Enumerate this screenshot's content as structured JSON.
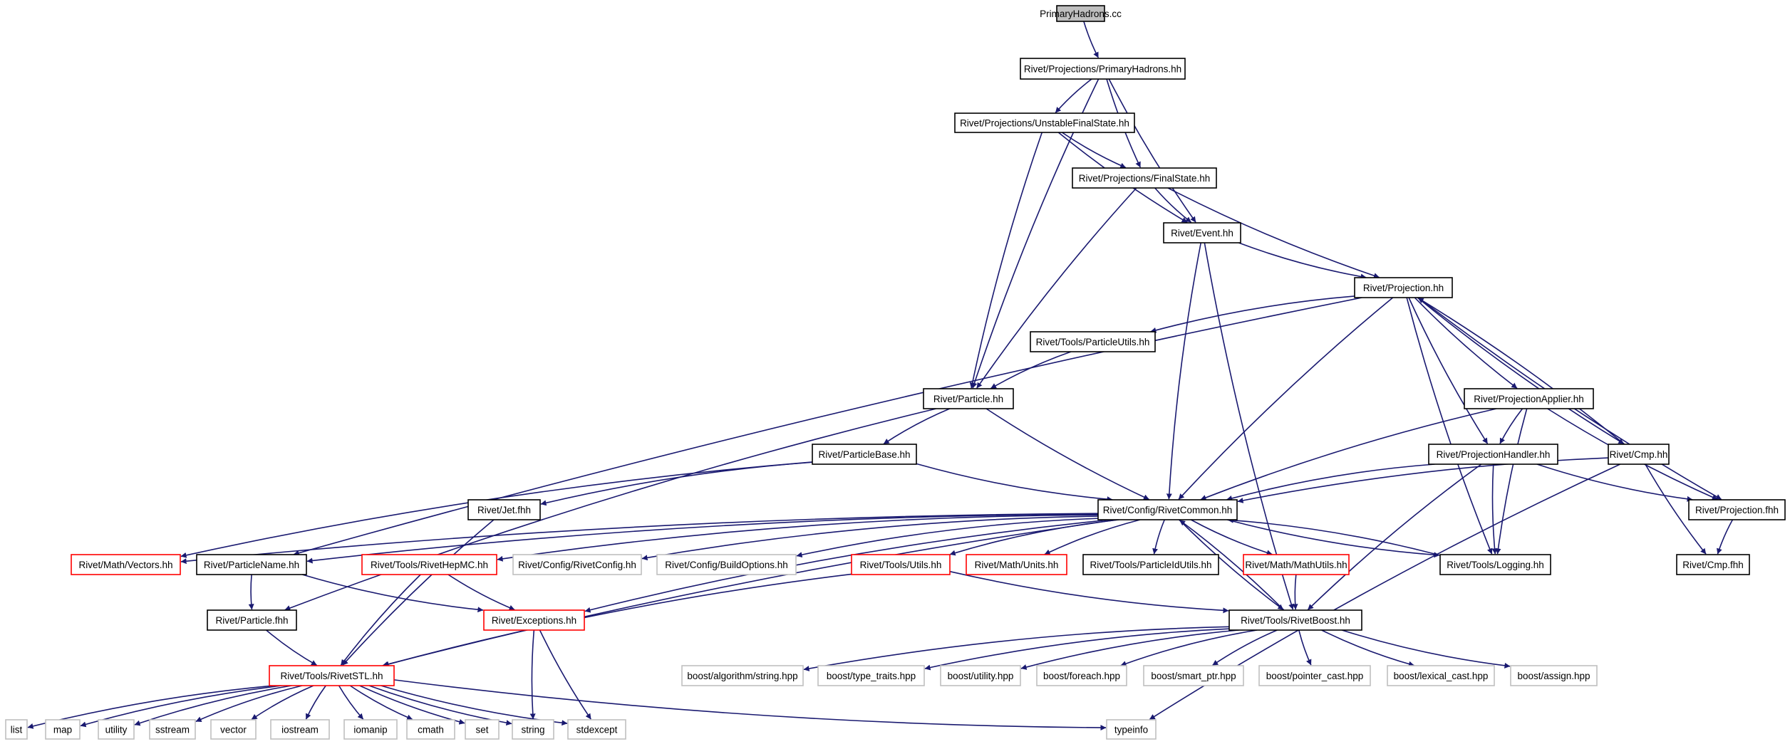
{
  "colors": {
    "edge": "#191970",
    "node_border": "#000000",
    "red_border": "#ff0000",
    "gray_border": "#bfbfbf",
    "root_fill": "#bfbfbf"
  },
  "nodes": [
    {
      "id": "root",
      "label": "PrimaryHadrons.cc",
      "style": "root"
    },
    {
      "id": "ph",
      "label": "Rivet/Projections/PrimaryHadrons.hh",
      "style": "normal"
    },
    {
      "id": "ufs",
      "label": "Rivet/Projections/UnstableFinalState.hh",
      "style": "normal"
    },
    {
      "id": "fs",
      "label": "Rivet/Projections/FinalState.hh",
      "style": "normal"
    },
    {
      "id": "event",
      "label": "Rivet/Event.hh",
      "style": "normal"
    },
    {
      "id": "proj",
      "label": "Rivet/Projection.hh",
      "style": "normal"
    },
    {
      "id": "putils",
      "label": "Rivet/Tools/ParticleUtils.hh",
      "style": "normal"
    },
    {
      "id": "particle",
      "label": "Rivet/Particle.hh",
      "style": "normal"
    },
    {
      "id": "pbase",
      "label": "Rivet/ParticleBase.hh",
      "style": "normal"
    },
    {
      "id": "papplier",
      "label": "Rivet/ProjectionApplier.hh",
      "style": "normal"
    },
    {
      "id": "phandler",
      "label": "Rivet/ProjectionHandler.hh",
      "style": "normal"
    },
    {
      "id": "cmp",
      "label": "Rivet/Cmp.hh",
      "style": "normal"
    },
    {
      "id": "jetfhh",
      "label": "Rivet/Jet.fhh",
      "style": "normal"
    },
    {
      "id": "common",
      "label": "Rivet/Config/RivetCommon.hh",
      "style": "normal"
    },
    {
      "id": "projfhh",
      "label": "Rivet/Projection.fhh",
      "style": "normal"
    },
    {
      "id": "vectors",
      "label": "Rivet/Math/Vectors.hh",
      "style": "red"
    },
    {
      "id": "pname",
      "label": "Rivet/ParticleName.hh",
      "style": "normal"
    },
    {
      "id": "hepmc",
      "label": "Rivet/Tools/RivetHepMC.hh",
      "style": "red"
    },
    {
      "id": "rconfig",
      "label": "Rivet/Config/RivetConfig.hh",
      "style": "gray"
    },
    {
      "id": "bopts",
      "label": "Rivet/Config/BuildOptions.hh",
      "style": "gray"
    },
    {
      "id": "tutils",
      "label": "Rivet/Tools/Utils.hh",
      "style": "red"
    },
    {
      "id": "units",
      "label": "Rivet/Math/Units.hh",
      "style": "red"
    },
    {
      "id": "pidutils",
      "label": "Rivet/Tools/ParticleIdUtils.hh",
      "style": "normal"
    },
    {
      "id": "mathutils",
      "label": "Rivet/Math/MathUtils.hh",
      "style": "red"
    },
    {
      "id": "logging",
      "label": "Rivet/Tools/Logging.hh",
      "style": "normal"
    },
    {
      "id": "cmpfhh",
      "label": "Rivet/Cmp.fhh",
      "style": "normal"
    },
    {
      "id": "pfhh",
      "label": "Rivet/Particle.fhh",
      "style": "normal"
    },
    {
      "id": "exceptions",
      "label": "Rivet/Exceptions.hh",
      "style": "red"
    },
    {
      "id": "boost",
      "label": "Rivet/Tools/RivetBoost.hh",
      "style": "normal"
    },
    {
      "id": "stl",
      "label": "Rivet/Tools/RivetSTL.hh",
      "style": "red"
    },
    {
      "id": "b_string",
      "label": "boost/algorithm/string.hpp",
      "style": "gray"
    },
    {
      "id": "b_tt",
      "label": "boost/type_traits.hpp",
      "style": "gray"
    },
    {
      "id": "b_util",
      "label": "boost/utility.hpp",
      "style": "gray"
    },
    {
      "id": "b_foreach",
      "label": "boost/foreach.hpp",
      "style": "gray"
    },
    {
      "id": "b_smart",
      "label": "boost/smart_ptr.hpp",
      "style": "gray"
    },
    {
      "id": "b_pcast",
      "label": "boost/pointer_cast.hpp",
      "style": "gray"
    },
    {
      "id": "b_lcast",
      "label": "boost/lexical_cast.hpp",
      "style": "gray"
    },
    {
      "id": "b_assign",
      "label": "boost/assign.hpp",
      "style": "gray"
    },
    {
      "id": "list",
      "label": "list",
      "style": "gray"
    },
    {
      "id": "map",
      "label": "map",
      "style": "gray"
    },
    {
      "id": "utility",
      "label": "utility",
      "style": "gray"
    },
    {
      "id": "sstream",
      "label": "sstream",
      "style": "gray"
    },
    {
      "id": "vector",
      "label": "vector",
      "style": "gray"
    },
    {
      "id": "iostream",
      "label": "iostream",
      "style": "gray"
    },
    {
      "id": "iomanip",
      "label": "iomanip",
      "style": "gray"
    },
    {
      "id": "cmath",
      "label": "cmath",
      "style": "gray"
    },
    {
      "id": "set",
      "label": "set",
      "style": "gray"
    },
    {
      "id": "string",
      "label": "string",
      "style": "gray"
    },
    {
      "id": "stdexcept",
      "label": "stdexcept",
      "style": "gray"
    },
    {
      "id": "typeinfo",
      "label": "typeinfo",
      "style": "gray"
    }
  ],
  "edges": [
    [
      "root",
      "ph"
    ],
    [
      "ph",
      "ufs"
    ],
    [
      "ph",
      "fs"
    ],
    [
      "ph",
      "event"
    ],
    [
      "ph",
      "particle"
    ],
    [
      "ufs",
      "fs"
    ],
    [
      "ufs",
      "event"
    ],
    [
      "ufs",
      "particle"
    ],
    [
      "fs",
      "event"
    ],
    [
      "fs",
      "proj"
    ],
    [
      "fs",
      "particle"
    ],
    [
      "event",
      "proj"
    ],
    [
      "event",
      "common"
    ],
    [
      "event",
      "boost"
    ],
    [
      "proj",
      "putils"
    ],
    [
      "proj",
      "papplier"
    ],
    [
      "proj",
      "phandler"
    ],
    [
      "proj",
      "cmp"
    ],
    [
      "proj",
      "projfhh"
    ],
    [
      "proj",
      "common"
    ],
    [
      "proj",
      "logging"
    ],
    [
      "proj",
      "pname"
    ],
    [
      "putils",
      "particle"
    ],
    [
      "particle",
      "pbase"
    ],
    [
      "particle",
      "common"
    ],
    [
      "particle",
      "pfhh"
    ],
    [
      "pbase",
      "jetfhh"
    ],
    [
      "pbase",
      "common"
    ],
    [
      "pbase",
      "vectors"
    ],
    [
      "jetfhh",
      "stl"
    ],
    [
      "papplier",
      "phandler"
    ],
    [
      "papplier",
      "common"
    ],
    [
      "papplier",
      "logging"
    ],
    [
      "papplier",
      "projfhh"
    ],
    [
      "phandler",
      "common"
    ],
    [
      "phandler",
      "logging"
    ],
    [
      "phandler",
      "projfhh"
    ],
    [
      "phandler",
      "boost"
    ],
    [
      "cmp",
      "proj"
    ],
    [
      "cmp",
      "common"
    ],
    [
      "cmp",
      "cmpfhh"
    ],
    [
      "cmp",
      "typeinfo"
    ],
    [
      "projfhh",
      "cmpfhh"
    ],
    [
      "common",
      "vectors"
    ],
    [
      "common",
      "pname"
    ],
    [
      "common",
      "hepmc"
    ],
    [
      "common",
      "rconfig"
    ],
    [
      "common",
      "bopts"
    ],
    [
      "common",
      "tutils"
    ],
    [
      "common",
      "units"
    ],
    [
      "common",
      "pidutils"
    ],
    [
      "common",
      "mathutils"
    ],
    [
      "common",
      "logging"
    ],
    [
      "common",
      "boost"
    ],
    [
      "common",
      "stl"
    ],
    [
      "common",
      "exceptions"
    ],
    [
      "logging",
      "common"
    ],
    [
      "boost",
      "common"
    ],
    [
      "pname",
      "pfhh"
    ],
    [
      "pname",
      "exceptions"
    ],
    [
      "pfhh",
      "stl"
    ],
    [
      "hepmc",
      "exceptions"
    ],
    [
      "hepmc",
      "stl"
    ],
    [
      "tutils",
      "stl"
    ],
    [
      "tutils",
      "boost"
    ],
    [
      "mathutils",
      "boost"
    ],
    [
      "exceptions",
      "string"
    ],
    [
      "exceptions",
      "stdexcept"
    ],
    [
      "boost",
      "b_string"
    ],
    [
      "boost",
      "b_tt"
    ],
    [
      "boost",
      "b_util"
    ],
    [
      "boost",
      "b_foreach"
    ],
    [
      "boost",
      "b_smart"
    ],
    [
      "boost",
      "b_pcast"
    ],
    [
      "boost",
      "b_lcast"
    ],
    [
      "boost",
      "b_assign"
    ],
    [
      "stl",
      "list"
    ],
    [
      "stl",
      "map"
    ],
    [
      "stl",
      "utility"
    ],
    [
      "stl",
      "sstream"
    ],
    [
      "stl",
      "vector"
    ],
    [
      "stl",
      "iostream"
    ],
    [
      "stl",
      "iomanip"
    ],
    [
      "stl",
      "cmath"
    ],
    [
      "stl",
      "set"
    ],
    [
      "stl",
      "string"
    ],
    [
      "stl",
      "stdexcept"
    ],
    [
      "stl",
      "typeinfo"
    ]
  ]
}
